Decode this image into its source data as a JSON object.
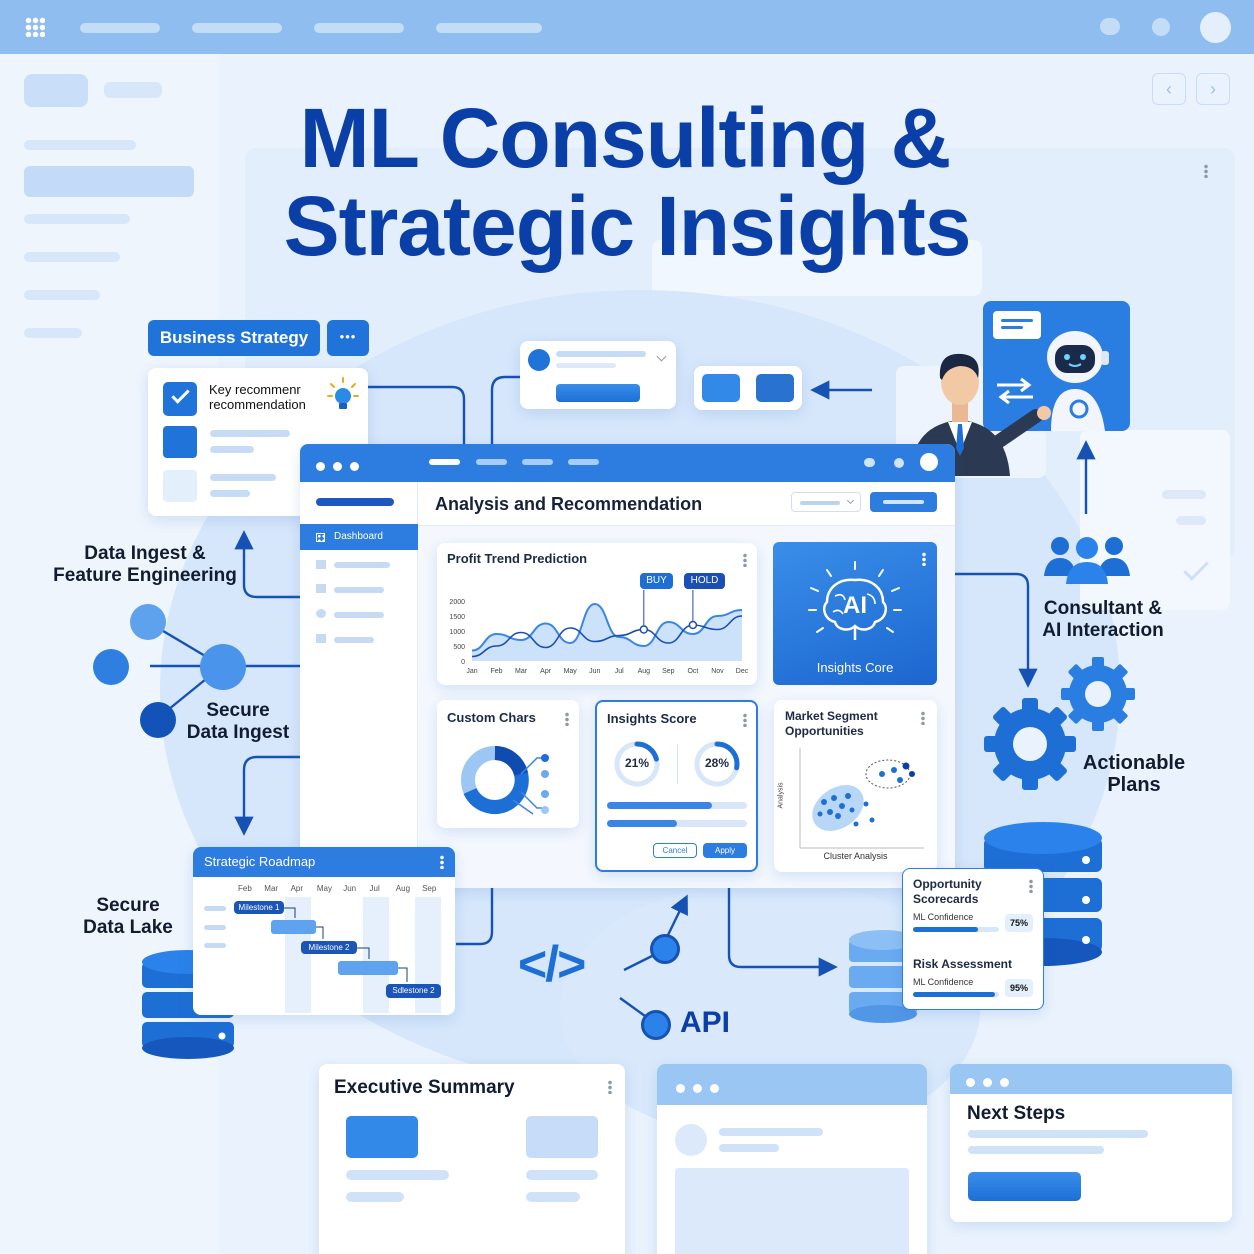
{
  "colors": {
    "primary": "#1d6fd6",
    "dark": "#0b3fa8",
    "light": "#cfe2fa",
    "background": "#eaf3fd"
  },
  "title": {
    "line1": "ML Consulting &",
    "line2": "Strategic Insights"
  },
  "labels": {
    "data_ingest": "Data Ingest &\nFeature Engineering",
    "secure_ingest": "Secure\nData Ingest",
    "secure_lake": "Secure\nData Lake",
    "consultant_ai": "Consultant &\nAI Interaction",
    "actionable": "Actionable\nPlans",
    "api": "API",
    "api_icon": "</>"
  },
  "business_strategy": {
    "tab": "Business Strategy",
    "more": "•••",
    "item_text": "Key recommenr\nrecommendation"
  },
  "dashboard": {
    "title": "Analysis and Recommendation",
    "sidebar_active": "Dashboard"
  },
  "profit_chart": {
    "title": "Profit Trend Prediction",
    "buy": "BUY",
    "hold": "HOLD"
  },
  "chart_data": {
    "type": "area",
    "title": "Profit Trend Prediction",
    "categories": [
      "Jan",
      "Feb",
      "Mar",
      "Apr",
      "May",
      "Jun",
      "Jul",
      "Aug",
      "Sep",
      "Oct",
      "Nov",
      "Dec"
    ],
    "y_ticks": [
      "0",
      "500",
      "1000",
      "1500",
      "2000"
    ],
    "ylim": [
      0,
      2000
    ],
    "series": [
      {
        "values": [
          350,
          900,
          700,
          1250,
          600,
          1900,
          800,
          500,
          1300,
          900,
          1500,
          1700
        ]
      },
      {
        "values": [
          150,
          500,
          950,
          450,
          1100,
          650,
          850,
          1050,
          600,
          1200,
          1050,
          1500
        ]
      }
    ],
    "annotations": [
      {
        "text": "BUY",
        "x": "Aug"
      },
      {
        "text": "HOLD",
        "x": "Oct"
      }
    ],
    "grid": false
  },
  "insights_core": {
    "icon_text": "AI",
    "label": "Insights Core"
  },
  "custom_chars": {
    "title": "Custom Chars"
  },
  "insights_score": {
    "title": "Insights Score",
    "score1": "21%",
    "score2": "28%",
    "score1_value": 0.21,
    "score2_value": 0.28,
    "bar1_value": 0.75,
    "bar2_value": 0.5,
    "cancel": "Cancel",
    "apply": "Apply"
  },
  "market_segment": {
    "title": "Market Segment\nOpportunities",
    "y_axis": "Analysis",
    "x_label": "Cluster Analysis"
  },
  "roadmap": {
    "title": "Strategic Roadmap",
    "months": [
      "Feb",
      "Mar",
      "Apr",
      "May",
      "Jun",
      "Jul",
      "Aug",
      "Sep"
    ],
    "milestone1": "Milestone 1",
    "milestone2": "Milestone 2",
    "milestone3": "Sdlestone 2"
  },
  "scorecards": {
    "title": "Opportunity\nScorecards",
    "confidence1": "ML Confidence",
    "value1": "75%",
    "value1_frac": 0.75,
    "risk_title": "Risk Assessment",
    "confidence2": "ML Confidence",
    "value2": "95%",
    "value2_frac": 0.95
  },
  "executive_summary": {
    "title": "Executive Summary"
  },
  "next_steps": {
    "title": "Next Steps"
  }
}
